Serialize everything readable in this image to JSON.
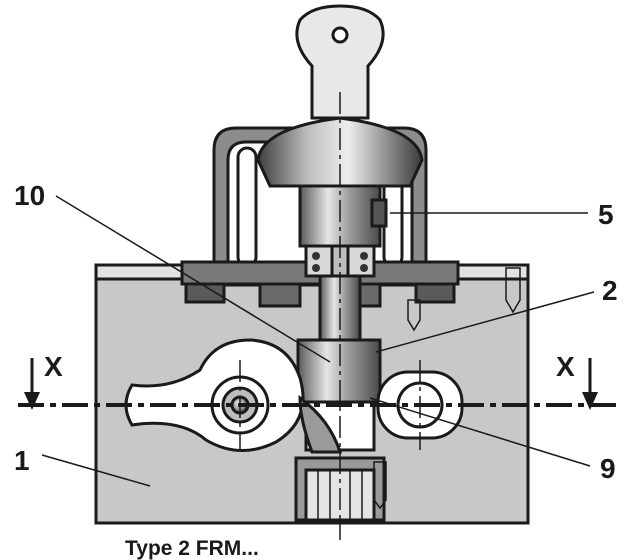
{
  "labels": {
    "ref_10": "10",
    "ref_5": "5",
    "ref_2": "2",
    "ref_1": "1",
    "ref_9": "9",
    "section_left": "X",
    "section_right": "X"
  },
  "caption": "Type 2 FRM...",
  "colors": {
    "body": "#c8c8c8",
    "metal_dark": "#6e6e6e",
    "metal_mid": "#9a9a9a",
    "metal_light": "#dcdcdc",
    "outline": "#1a1a1a"
  }
}
